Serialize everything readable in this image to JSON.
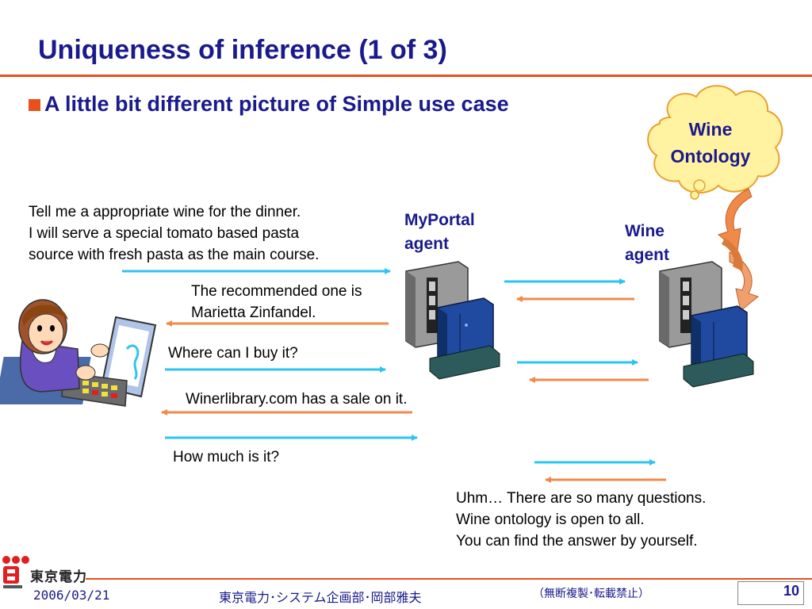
{
  "slide": {
    "title": "Uniqueness of inference (1 of 3)",
    "subtitle": "A little bit different picture of Simple use case"
  },
  "cloud": {
    "line1": "Wine",
    "line2": "Ontology"
  },
  "agents": {
    "myportal": {
      "line1": "MyPortal",
      "line2": "agent"
    },
    "wine": {
      "line1": "Wine",
      "line2": "agent"
    }
  },
  "messages": {
    "request": [
      "Tell me a appropriate wine for the dinner.",
      "I will serve a special tomato based pasta",
      "source with fresh pasta as the main course."
    ],
    "recommend": [
      "The recommended one is",
      "Marietta Zinfandel."
    ],
    "where": "Where can I buy it?",
    "sale": "Winerlibrary.com has a sale on it.",
    "howmuch": "How much is it?",
    "answer": [
      "Uhm… There are so many questions.",
      "Wine ontology is open to all.",
      "You can find the answer by yourself."
    ]
  },
  "footer": {
    "company": "東京電力",
    "date": "2006/03/21",
    "department": "東京電力･システム企画部･岡部雅夫",
    "notice": "（無断複製･転載禁止）",
    "page": "10"
  },
  "colors": {
    "title": "#1a1a8c",
    "accent": "#e8501e",
    "arrow_right": "#2ec4f0",
    "arrow_left": "#f08a4b",
    "cloud_fill": "#fff2a0"
  }
}
